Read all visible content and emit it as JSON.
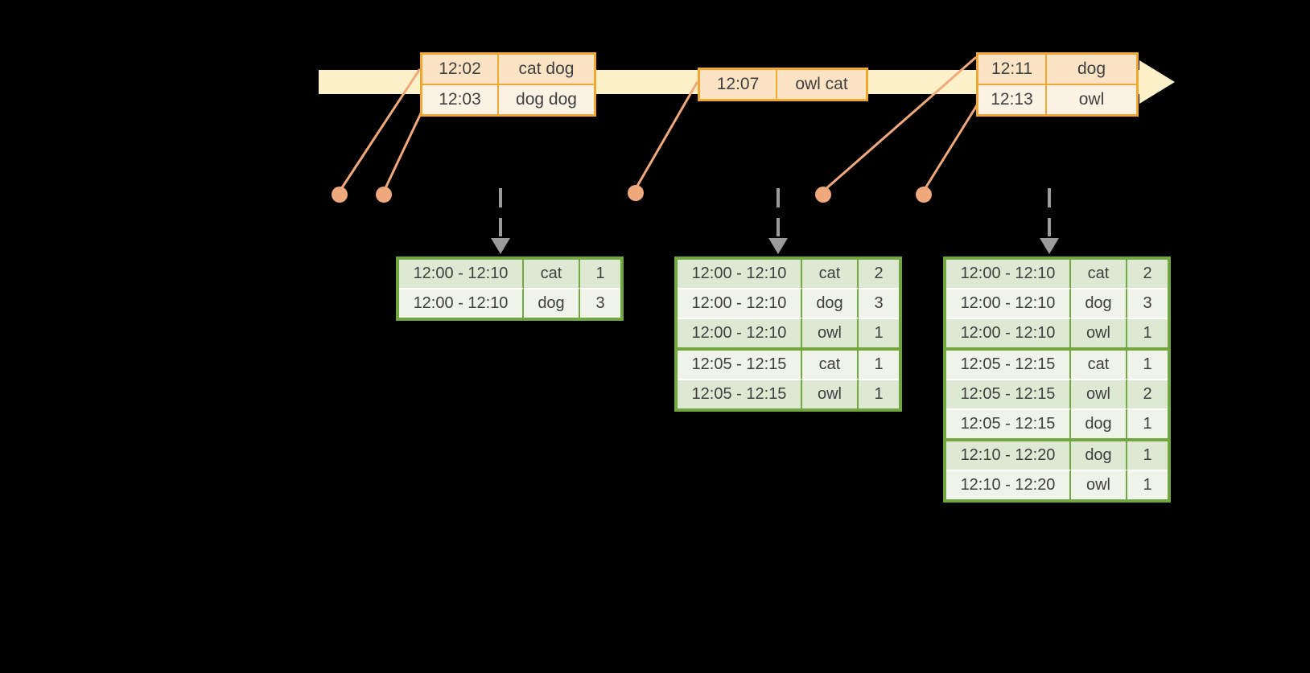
{
  "canvas": {
    "background": "#000000"
  },
  "colors": {
    "timeline_fill": "#fdf1c9",
    "event_table_border": "#f0a832",
    "event_row_fill_dark": "#fbe3c4",
    "event_row_fill_light": "#fdf3e4",
    "event_dot_fill": "#f0a97c",
    "link_line": "#f0a97c",
    "emit_arrow_gray": "#9b9b9b",
    "result_table_border": "#72a63f",
    "result_row_fill_dark": "#dee9d4",
    "result_row_fill_light": "#eff3e9",
    "row_divider": "#ffffff",
    "text": "#3f3f3f"
  },
  "icons": {
    "timeline_arrowhead": "right-arrow-triangle",
    "emit_arrow": "dashed-down-arrow",
    "event_marker": "filled-circle-dot"
  },
  "event_tables": [
    {
      "rows": [
        {
          "time": "12:02",
          "tags": "cat dog"
        },
        {
          "time": "12:03",
          "tags": "dog dog"
        }
      ]
    },
    {
      "rows": [
        {
          "time": "12:07",
          "tags": "owl cat"
        }
      ]
    },
    {
      "rows": [
        {
          "time": "12:11",
          "tags": "dog"
        },
        {
          "time": "12:13",
          "tags": "owl"
        }
      ]
    }
  ],
  "result_tables": [
    {
      "rows": [
        {
          "window": "12:00 - 12:10",
          "animal": "cat",
          "count": "1"
        },
        {
          "window": "12:00 - 12:10",
          "animal": "dog",
          "count": "3"
        }
      ]
    },
    {
      "rows": [
        {
          "window": "12:00 - 12:10",
          "animal": "cat",
          "count": "2"
        },
        {
          "window": "12:00 - 12:10",
          "animal": "dog",
          "count": "3"
        },
        {
          "window": "12:00 - 12:10",
          "animal": "owl",
          "count": "1"
        },
        {
          "window": "12:05 - 12:15",
          "animal": "cat",
          "count": "1",
          "group_start": true
        },
        {
          "window": "12:05 - 12:15",
          "animal": "owl",
          "count": "1"
        }
      ]
    },
    {
      "rows": [
        {
          "window": "12:00 - 12:10",
          "animal": "cat",
          "count": "2"
        },
        {
          "window": "12:00 - 12:10",
          "animal": "dog",
          "count": "3"
        },
        {
          "window": "12:00 - 12:10",
          "animal": "owl",
          "count": "1"
        },
        {
          "window": "12:05 - 12:15",
          "animal": "cat",
          "count": "1",
          "group_start": true
        },
        {
          "window": "12:05 - 12:15",
          "animal": "owl",
          "count": "2"
        },
        {
          "window": "12:05 - 12:15",
          "animal": "dog",
          "count": "1"
        },
        {
          "window": "12:10 - 12:20",
          "animal": "dog",
          "count": "1",
          "group_start": true
        },
        {
          "window": "12:10 - 12:20",
          "animal": "owl",
          "count": "1"
        }
      ]
    }
  ]
}
